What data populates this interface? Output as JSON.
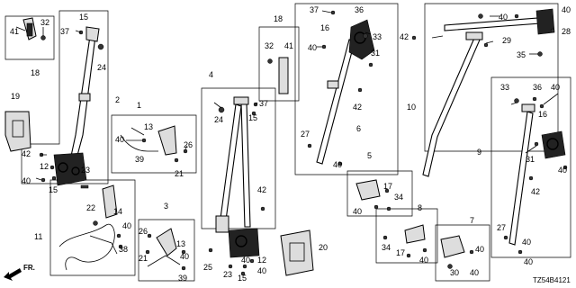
{
  "diagram": {
    "drawing_code": "TZ54B4121",
    "direction_label": "FR."
  },
  "callouts": [
    {
      "id": "c1",
      "text": "41"
    },
    {
      "id": "c2",
      "text": "32"
    },
    {
      "id": "c3",
      "text": "15"
    },
    {
      "id": "c4",
      "text": "37"
    },
    {
      "id": "c5",
      "text": "24"
    },
    {
      "id": "c6",
      "text": "18"
    },
    {
      "id": "c7",
      "text": "2"
    },
    {
      "id": "c8",
      "text": "19"
    },
    {
      "id": "c9",
      "text": "42"
    },
    {
      "id": "c10",
      "text": "12"
    },
    {
      "id": "c11",
      "text": "40"
    },
    {
      "id": "c12",
      "text": "23"
    },
    {
      "id": "c13",
      "text": "15"
    },
    {
      "id": "c14",
      "text": "1"
    },
    {
      "id": "c15",
      "text": "13"
    },
    {
      "id": "c16",
      "text": "40"
    },
    {
      "id": "c17",
      "text": "39"
    },
    {
      "id": "c18",
      "text": "26"
    },
    {
      "id": "c19",
      "text": "21"
    },
    {
      "id": "c20",
      "text": "22"
    },
    {
      "id": "c21",
      "text": "14"
    },
    {
      "id": "c22",
      "text": "40"
    },
    {
      "id": "c23",
      "text": "38"
    },
    {
      "id": "c24",
      "text": "11"
    },
    {
      "id": "c25",
      "text": "3"
    },
    {
      "id": "c26",
      "text": "26"
    },
    {
      "id": "c27",
      "text": "21"
    },
    {
      "id": "c28",
      "text": "13"
    },
    {
      "id": "c29",
      "text": "40"
    },
    {
      "id": "c30",
      "text": "39"
    },
    {
      "id": "c31",
      "text": "4"
    },
    {
      "id": "c32",
      "text": "37"
    },
    {
      "id": "c33",
      "text": "24"
    },
    {
      "id": "c34",
      "text": "15"
    },
    {
      "id": "c35",
      "text": "42"
    },
    {
      "id": "c36",
      "text": "25"
    },
    {
      "id": "c37",
      "text": "23"
    },
    {
      "id": "c38",
      "text": "40"
    },
    {
      "id": "c39",
      "text": "12"
    },
    {
      "id": "c40",
      "text": "15"
    },
    {
      "id": "c41",
      "text": "40"
    },
    {
      "id": "c42",
      "text": "20"
    },
    {
      "id": "c43",
      "text": "18"
    },
    {
      "id": "c44",
      "text": "32"
    },
    {
      "id": "c45",
      "text": "41"
    },
    {
      "id": "c46",
      "text": "37"
    },
    {
      "id": "c47",
      "text": "36"
    },
    {
      "id": "c48",
      "text": "16"
    },
    {
      "id": "c49",
      "text": "33"
    },
    {
      "id": "c50",
      "text": "40"
    },
    {
      "id": "c51",
      "text": "31"
    },
    {
      "id": "c52",
      "text": "42"
    },
    {
      "id": "c53",
      "text": "27"
    },
    {
      "id": "c54",
      "text": "6"
    },
    {
      "id": "c55",
      "text": "40"
    },
    {
      "id": "c56",
      "text": "5"
    },
    {
      "id": "c57",
      "text": "17"
    },
    {
      "id": "c58",
      "text": "34"
    },
    {
      "id": "c59",
      "text": "40"
    },
    {
      "id": "c60",
      "text": "8"
    },
    {
      "id": "c61",
      "text": "34"
    },
    {
      "id": "c62",
      "text": "17"
    },
    {
      "id": "c63",
      "text": "40"
    },
    {
      "id": "c64",
      "text": "7"
    },
    {
      "id": "c65",
      "text": "40"
    },
    {
      "id": "c66",
      "text": "30"
    },
    {
      "id": "c67",
      "text": "40"
    },
    {
      "id": "c68",
      "text": "40"
    },
    {
      "id": "c69",
      "text": "40"
    },
    {
      "id": "c70",
      "text": "28"
    },
    {
      "id": "c71",
      "text": "42"
    },
    {
      "id": "c72",
      "text": "29"
    },
    {
      "id": "c73",
      "text": "35"
    },
    {
      "id": "c74",
      "text": "10"
    },
    {
      "id": "c75",
      "text": "33"
    },
    {
      "id": "c76",
      "text": "36"
    },
    {
      "id": "c77",
      "text": "40"
    },
    {
      "id": "c78",
      "text": "16"
    },
    {
      "id": "c79",
      "text": "9"
    },
    {
      "id": "c80",
      "text": "31"
    },
    {
      "id": "c81",
      "text": "40"
    },
    {
      "id": "c82",
      "text": "42"
    },
    {
      "id": "c83",
      "text": "27"
    },
    {
      "id": "c84",
      "text": "40"
    },
    {
      "id": "c85",
      "text": "40"
    }
  ]
}
